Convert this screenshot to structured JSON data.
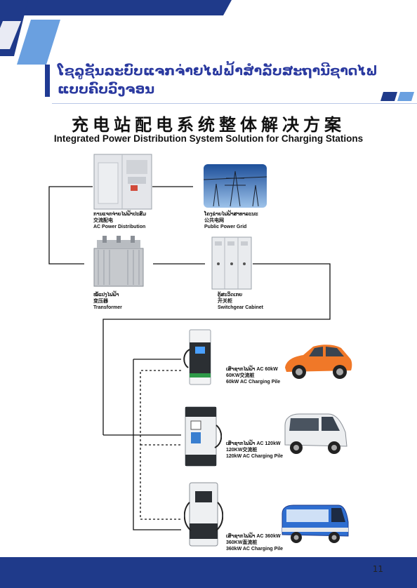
{
  "colors": {
    "navy": "#1f3a8a",
    "accent": "#2b3aa0",
    "light_blue": "#6aa0e0"
  },
  "header": {
    "lao_title": "ໂຊລູຊັນລະບົບແຈກຈ່າຍໄຟຟ້າສໍາລັບສະຖານີຊາດໄຟແບບຄົບວົງຈອນ",
    "zh_title": "充电站配电系统整体解决方案",
    "en_title": "Integrated Power Distribution System Solution for Charging Stations"
  },
  "nodes": {
    "ac_distribution": {
      "lao": "ການແຈກຈ່າຍໄຟຟ້າປະສົມ",
      "zh": "交流配电",
      "en": "AC Power Distribution"
    },
    "public_grid": {
      "lao": "ໂຄງຂ່າຍໄຟຟ້າສາທາລະນະ",
      "zh": "公共电网",
      "en": "Public Power Grid"
    },
    "transformer": {
      "lao": "ໝໍ້ແປງໄຟຟ້າ",
      "zh": "变压器",
      "en": "Transformer"
    },
    "switchgear": {
      "lao": "ຕູ້ສະວິດເກຍ",
      "zh": "开关柜",
      "en": "Switchgear Cabinet"
    },
    "pile_60": {
      "lao": "ເສົາຊາກໄຟຟ້າ AC 60kW",
      "zh": "60KW交流桩",
      "en": "60kW AC Charging Pile"
    },
    "pile_120": {
      "lao": "ເສົາຊາກໄຟຟ້າ AC 120kW",
      "zh": "120KW交流桩",
      "en": "120kW AC Charging Pile"
    },
    "pile_360": {
      "lao": "ເສົາຊາກໄຟຟ້າ AC 360kW",
      "zh": "360KW直流桩",
      "en": "360kW AC Charging Pile"
    }
  },
  "footer": {
    "page_number": "11"
  }
}
